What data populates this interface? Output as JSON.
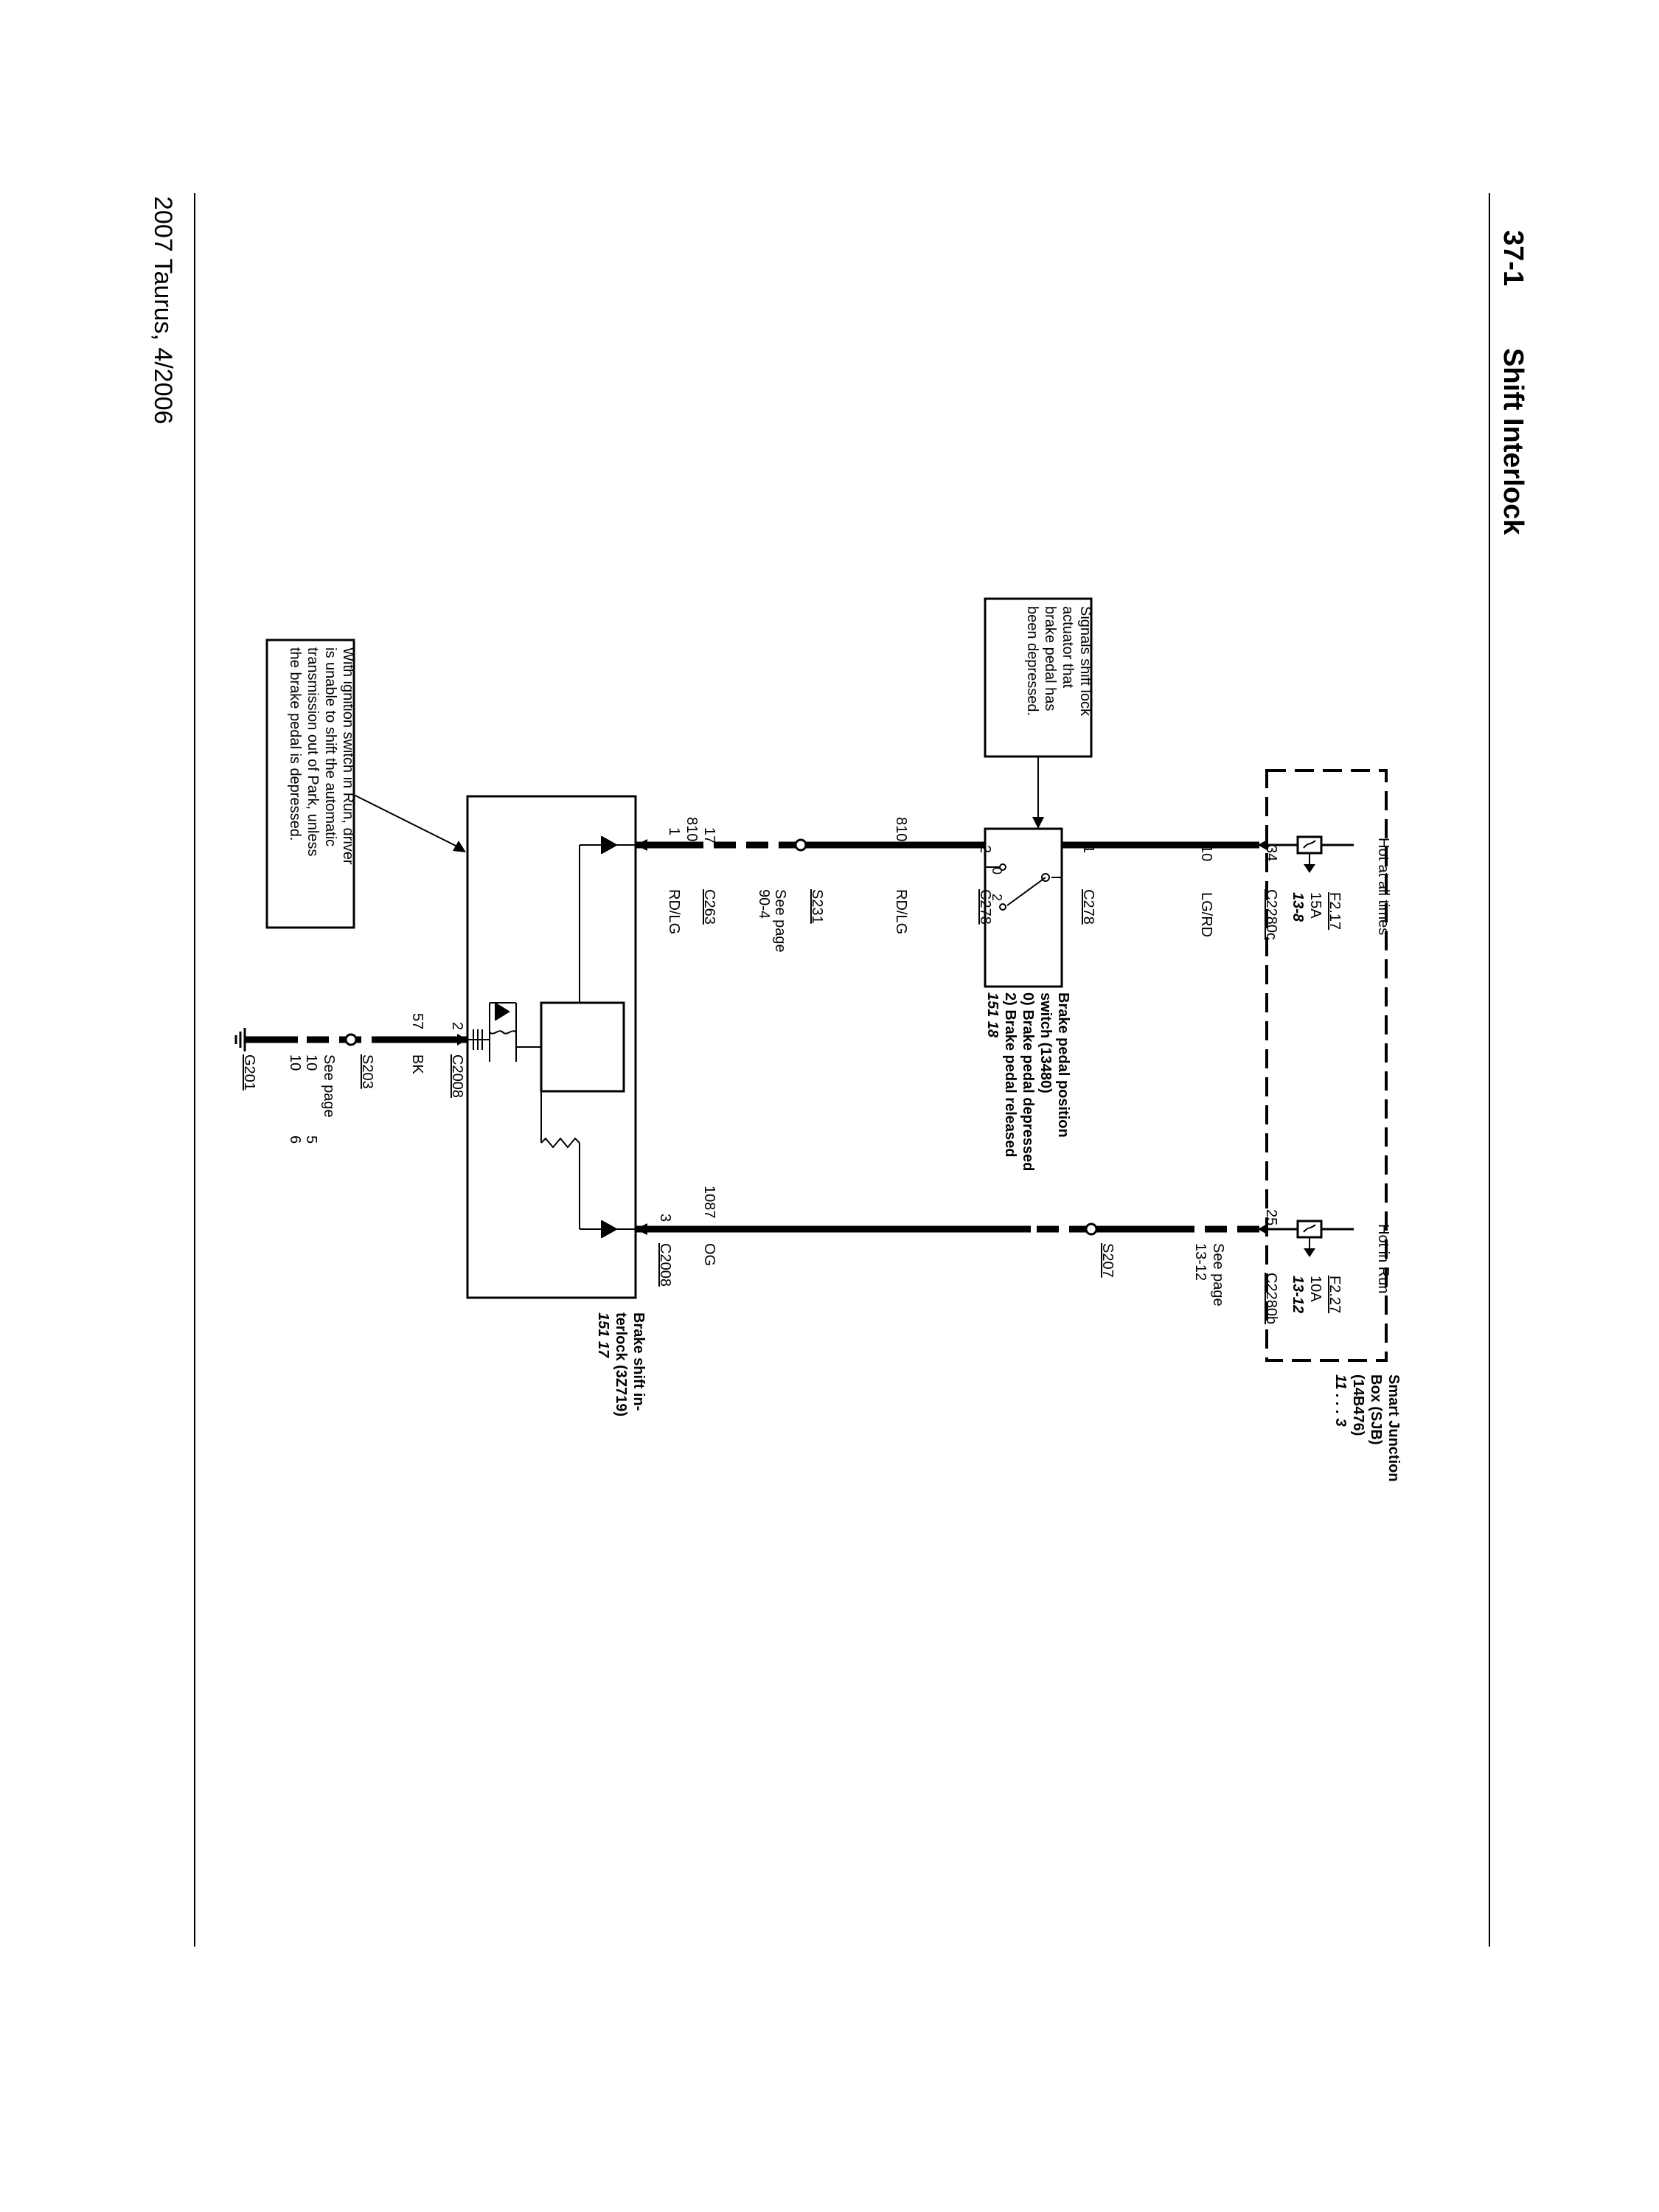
{
  "page": {
    "number": "37-1",
    "title": "Shift Interlock",
    "footer": "2007 Taurus, 4/2006"
  },
  "sjb": {
    "name": "Smart Junction",
    "name2": "Box (SJB)",
    "part": "(14B476)",
    "ref": "11 . . . 3",
    "left_power": "Hot at all times",
    "left_fuse": "F2.17",
    "left_amp": "15A",
    "left_ref": "13-8",
    "left_conn": "C2280c",
    "left_pin": "34",
    "right_power": "Hot in Run",
    "right_fuse": "F2.27",
    "right_amp": "10A",
    "right_ref": "13-12",
    "right_conn": "C2280b",
    "right_pin": "25"
  },
  "wires": {
    "w1_circuit": "10",
    "w1_color": "LG/RD",
    "w2_circuit": "810",
    "w2_color": "RD/LG",
    "w3_circuit": "1087",
    "w3_color": "OG",
    "w4_circuit": "57",
    "w4_color": "BK"
  },
  "bpp_switch": {
    "name": "Brake pedal position",
    "name2": "switch (13480)",
    "state0": "0)  Brake pedal depressed",
    "state2": "2)  Brake pedal released",
    "ref": "151      18",
    "conn_top": "C278",
    "conn_bottom": "C278",
    "pin_top": "1",
    "pin_bottom": "2",
    "pos0": "0",
    "pos2": "2"
  },
  "splices": {
    "s231": "S231",
    "s231_see": "See page",
    "s231_ref": "90-4",
    "s207": "S207",
    "s207_see": "See page",
    "s207_ref": "13-12",
    "s203": "S203",
    "s203_see": "See page",
    "s203_col1": "10",
    "s203_col2": "10",
    "s203_col3": "5",
    "s203_col4": "6",
    "g201": "G201"
  },
  "interlock": {
    "name": "Brake shift in-",
    "name2": "terlock (3Z719)",
    "ref": "151      17",
    "c263": "C263",
    "c263_pin17": "17",
    "c263_pin1": "1",
    "c263_circuit": "810",
    "c263_color": "RD/LG",
    "c2008_pin3": "3",
    "c2008_pin2": "2",
    "c2008_conn_a": "C2008",
    "c2008_conn_b": "C2008"
  },
  "callouts": {
    "signal_l1": "Signals shift lock",
    "signal_l2": "actuator that",
    "signal_l3": "brake pedal has",
    "signal_l4": "been depressed.",
    "ign_l1": "With ignition switch in Run, driver",
    "ign_l2": "is unable to shift the automatic",
    "ign_l3": "transmission out of Park, unless",
    "ign_l4": "the brake pedal is depressed."
  }
}
